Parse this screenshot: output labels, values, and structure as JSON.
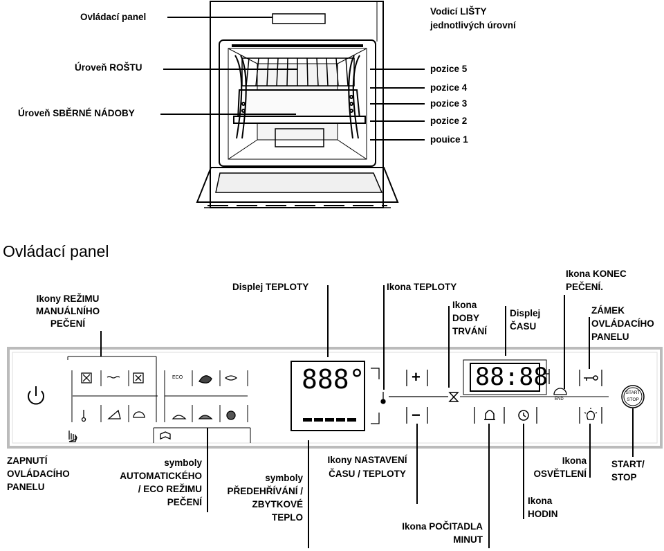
{
  "oven": {
    "labels": {
      "control_panel": "Ovládací panel",
      "rails": [
        "Vodicí LIŠTY",
        "jednotlivých úrovní"
      ],
      "rack_level": "Úroveň ROŠTU",
      "tray_level": "Úroveň SBĚRNÉ NÁDOBY",
      "positions": [
        "pozice 5",
        "pozice 4",
        "pozice 3",
        "pozice 2",
        "pouice 1"
      ]
    }
  },
  "section_title": "Ovládací panel",
  "panel": {
    "labels": {
      "manual_icons": [
        "Ikony REŽIMU",
        "MANUÁLNÍHO",
        "PEČENÍ"
      ],
      "temp_display": "Displej TEPLOTY",
      "temp_icon": "Ikona TEPLOTY",
      "duration_icon": [
        "Ikona",
        "DOBY",
        "TRVÁNÍ"
      ],
      "time_display": [
        "Displej",
        "ČASU"
      ],
      "end_icon": [
        "Ikona KONEC",
        "PEČENÍ."
      ],
      "lock": [
        "ZÁMEK",
        "OVLÁDACÍHO",
        "PANELU"
      ],
      "power": [
        "ZAPNUTÍ",
        "OVLÁDACÍHO",
        "PANELU"
      ],
      "auto_symbols": [
        "symboly",
        "AUTOMATICKÉHO",
        "/ ECO REŽIMU",
        "PEČENÍ"
      ],
      "preheat_symbols": [
        "symboly",
        "PŘEDEHŘÍVÁNÍ /",
        "ZBYTKOVÉ",
        "TEPLO"
      ],
      "set_icons": [
        "Ikony NASTAVENÍ",
        "ČASU / TEPLOTY"
      ],
      "timer_icon": [
        "Ikona POČITADLA",
        "MINUT"
      ],
      "clock_icon": [
        "Ikona",
        "HODIN"
      ],
      "light_icon": [
        "Ikona",
        "OSVĚTLENÍ"
      ],
      "start_stop": [
        "START/",
        "STOP"
      ]
    },
    "displays": {
      "temperature": "888°",
      "time": "88:88"
    },
    "buttons": {
      "plus": "+",
      "minus": "−",
      "eco": "ECO",
      "start": "START",
      "stop": "STOP",
      "end": "END"
    }
  }
}
